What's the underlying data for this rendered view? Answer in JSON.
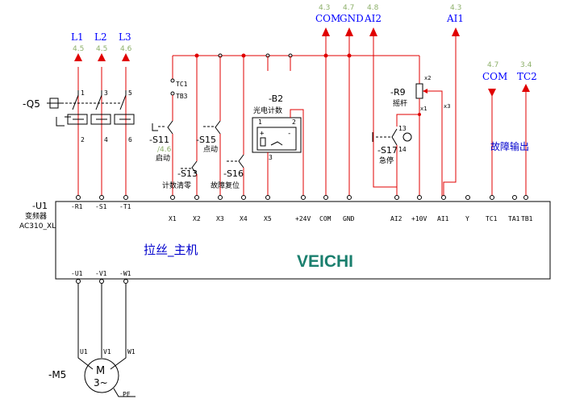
{
  "power_inputs": [
    {
      "label": "L1",
      "ref": "4.5"
    },
    {
      "label": "L2",
      "ref": "4.5"
    },
    {
      "label": "L3",
      "ref": "4.6"
    }
  ],
  "breaker": {
    "label": "-Q5",
    "in_pins": [
      "1",
      "3",
      "5"
    ],
    "out_pins": [
      "2",
      "4",
      "6"
    ]
  },
  "top_signals": [
    {
      "label": "COM",
      "ref": "4.3"
    },
    {
      "label": "GND",
      "ref": "4.7"
    },
    {
      "label": "AI2",
      "ref": "4.8"
    },
    {
      "label": "AI1",
      "ref": "4.3"
    }
  ],
  "output_signals": [
    {
      "label": "COM",
      "ref": "4.7"
    },
    {
      "label": "TC2",
      "ref": "3.4"
    }
  ],
  "fault_output_label": "故障输出",
  "contact_tc1": {
    "tc1": "TC1",
    "tb3": "TB3"
  },
  "switches": {
    "s11": {
      "tag": "-S11",
      "ref": "/4.6",
      "name": "启动"
    },
    "s13": {
      "tag": "-S13",
      "name": "计数清零"
    },
    "s15": {
      "tag": "-S15",
      "name": "点动"
    },
    "s16": {
      "tag": "-S16",
      "name": "故障复位"
    },
    "s17": {
      "tag": "-S17",
      "name": "急停",
      "pin_top": "13",
      "pin_bottom": "14"
    }
  },
  "sensor_b2": {
    "tag": "-B2",
    "name": "光电计数",
    "pin1": "1",
    "pin2": "2",
    "pin3": "3",
    "plus": "+",
    "minus": "-"
  },
  "pot_r9": {
    "tag": "-R9",
    "name": "摇杆",
    "pin_x1": "x1",
    "pin_x2": "x2",
    "pin_x3": "x3"
  },
  "inverter": {
    "tag": "-U1",
    "type": "变频器",
    "model": "AC310_XL",
    "title": "拉丝_主机",
    "brand": "VEICHI",
    "input_terminals": [
      "-R1",
      "-S1",
      "-T1"
    ],
    "control_terminals": [
      "X1",
      "X2",
      "X3",
      "X4",
      "X5",
      "+24V",
      "COM",
      "GND",
      "AI2",
      "+10V",
      "AI1",
      "Y",
      "TC1",
      "TA1",
      "TB1"
    ],
    "output_terminals": [
      "-U1",
      "-V1",
      "-W1"
    ]
  },
  "motor": {
    "tag": "-M5",
    "symbol": "M",
    "phase": "3~",
    "pins": [
      "U1",
      "V1",
      "W1"
    ],
    "pe": "PE"
  }
}
